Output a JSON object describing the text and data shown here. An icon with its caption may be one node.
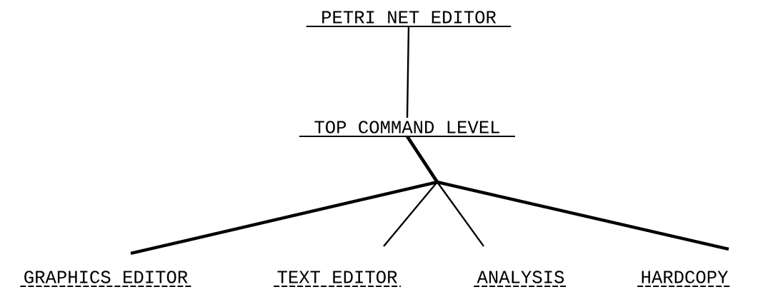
{
  "diagram": {
    "nodes": [
      {
        "text": [
          "PETRI NET EDITOR"
        ]
      },
      {
        "text": [
          "TOP COMMAND LEVEL"
        ]
      },
      {
        "text": [
          "GRAPHICS EDITOR"
        ]
      },
      {
        "text": [
          "TEXT EDITOR"
        ]
      },
      {
        "text": [
          "ANALYSIS"
        ]
      },
      {
        "text": [
          "HARDCOPY"
        ]
      }
    ],
    "edges": [
      {
        "from": 0,
        "to": 1,
        "arrow": "none"
      },
      {
        "from": 1,
        "to": 2,
        "arrow": "none",
        "style": "thick"
      },
      {
        "from": 1,
        "to": 3,
        "arrow": "none"
      },
      {
        "from": 1,
        "to": 4,
        "arrow": "none"
      },
      {
        "from": 1,
        "to": 5,
        "arrow": "none",
        "style": "thick"
      }
    ]
  }
}
